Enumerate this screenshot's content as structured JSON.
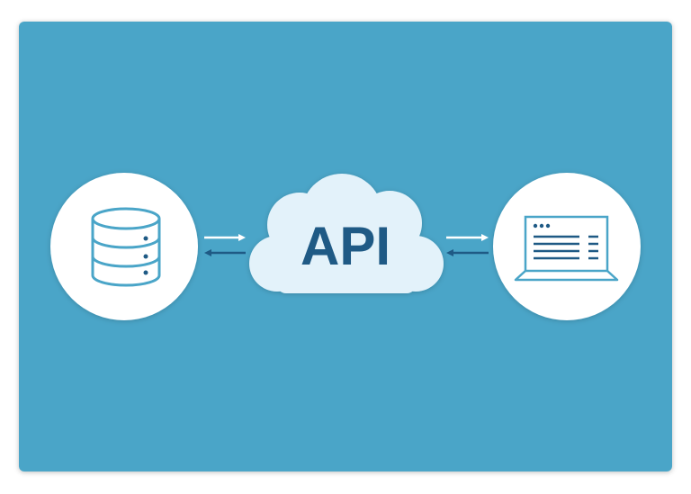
{
  "diagram": {
    "center_label": "API",
    "nodes": [
      {
        "id": "database",
        "icon": "database-icon"
      },
      {
        "id": "api",
        "icon": "cloud-icon"
      },
      {
        "id": "client",
        "icon": "laptop-icon"
      }
    ],
    "edges": [
      {
        "from": "database",
        "to": "api",
        "direction": "bidirectional"
      },
      {
        "from": "api",
        "to": "client",
        "direction": "bidirectional"
      }
    ]
  },
  "colors": {
    "background": "#4aa5c8",
    "circle": "#ffffff",
    "cloud": "#e3f2fa",
    "text": "#1f5a85",
    "icon_stroke": "#4aa5c8",
    "arrow_light": "#ffffff",
    "arrow_dark": "#1f5a85"
  }
}
